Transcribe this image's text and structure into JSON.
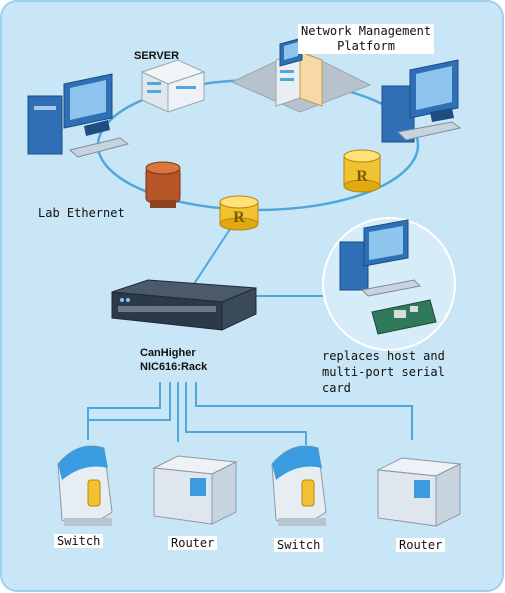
{
  "labels": {
    "network_management_platform": "Network Management\nPlatform",
    "server": "SERVER",
    "lab_ethernet": "Lab Ethernet",
    "device": "CanHigher\nNIC616:Rack",
    "replaces": "replaces host and\nmulti-port serial\ncard",
    "switch_1": "Switch",
    "router_1": "Router",
    "switch_2": "Switch",
    "router_2": "Router"
  },
  "router_symbol": "R",
  "colors": {
    "background": "#c9e6f6",
    "frame": "#9fd0ee",
    "lines": "#4fa8dc",
    "router_cylinder": "#f1c232",
    "monitor": "#2f6fb5",
    "device_body": "#2b3948"
  }
}
